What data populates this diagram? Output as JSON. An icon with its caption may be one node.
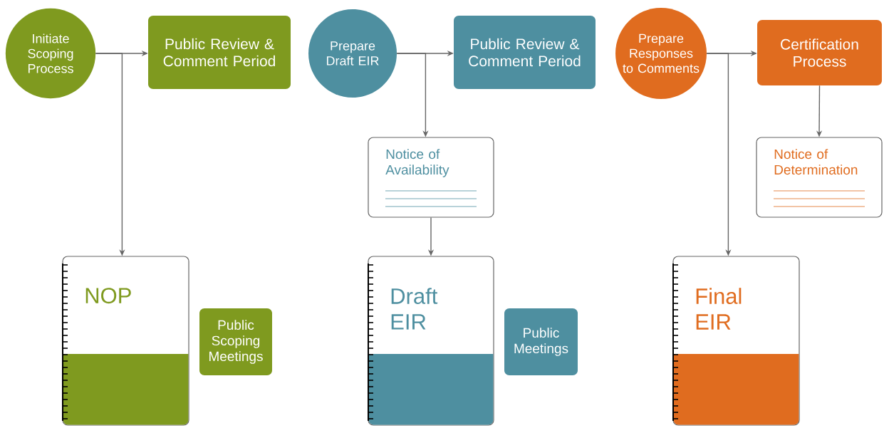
{
  "diagram": {
    "nodes": [
      {
        "text": [
          "Initiate Scoping Process"
        ]
      },
      {
        "text": [
          "Public Review & Comment Period"
        ]
      },
      {
        "text": [
          "NOP"
        ]
      },
      {
        "text": [
          "Public Scoping Meetings"
        ]
      },
      {
        "text": [
          "Prepare Draft EIR"
        ]
      },
      {
        "text": [
          "Public Review & Comment Period"
        ]
      },
      {
        "text": [
          "Notice of Availability"
        ]
      },
      {
        "text": [
          "Draft EIR"
        ]
      },
      {
        "text": [
          "Public Meetings"
        ]
      },
      {
        "text": [
          "Prepare Responses to Comments"
        ]
      },
      {
        "text": [
          "Certification Process"
        ]
      },
      {
        "text": [
          "Notice of Determination"
        ]
      },
      {
        "text": [
          "Final EIR"
        ]
      }
    ],
    "edges": [
      {
        "from": 0,
        "to": 1,
        "arrow": "to"
      },
      {
        "from": 0,
        "to": 2,
        "arrow": "to"
      },
      {
        "from": 4,
        "to": 5,
        "arrow": "to"
      },
      {
        "from": 4,
        "to": 6,
        "arrow": "to"
      },
      {
        "from": 6,
        "to": 7,
        "arrow": "to"
      },
      {
        "from": 9,
        "to": 10,
        "arrow": "to"
      },
      {
        "from": 9,
        "to": 12,
        "arrow": "to"
      },
      {
        "from": 10,
        "to": 11,
        "arrow": "to"
      }
    ]
  }
}
